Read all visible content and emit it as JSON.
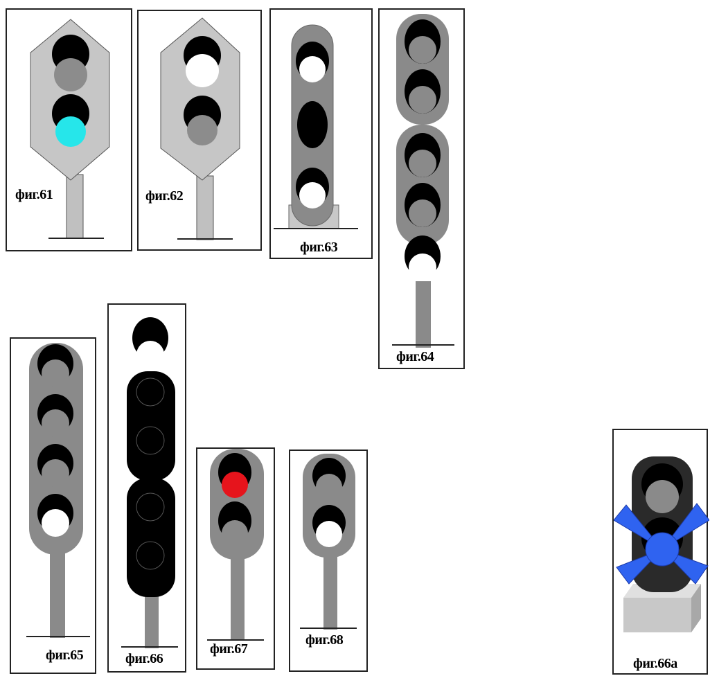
{
  "figures": [
    {
      "id": "61",
      "caption": "фиг.61"
    },
    {
      "id": "62",
      "caption": "фиг.62"
    },
    {
      "id": "63",
      "caption": "фиг.63"
    },
    {
      "id": "64",
      "caption": "фиг.64"
    },
    {
      "id": "65",
      "caption": "фиг.65"
    },
    {
      "id": "66",
      "caption": "фиг.66"
    },
    {
      "id": "67",
      "caption": "фиг.67"
    },
    {
      "id": "68",
      "caption": "фиг.68"
    },
    {
      "id": "66a",
      "caption": "фиг.66а"
    }
  ],
  "colors": {
    "signal_green": "#26e6ea",
    "signal_red": "#e6141c",
    "signal_blue_cross": "#2f63f0",
    "lens_white": "#ffffff",
    "lens_dark": "#000000",
    "lens_off": "#8c8c8c"
  }
}
